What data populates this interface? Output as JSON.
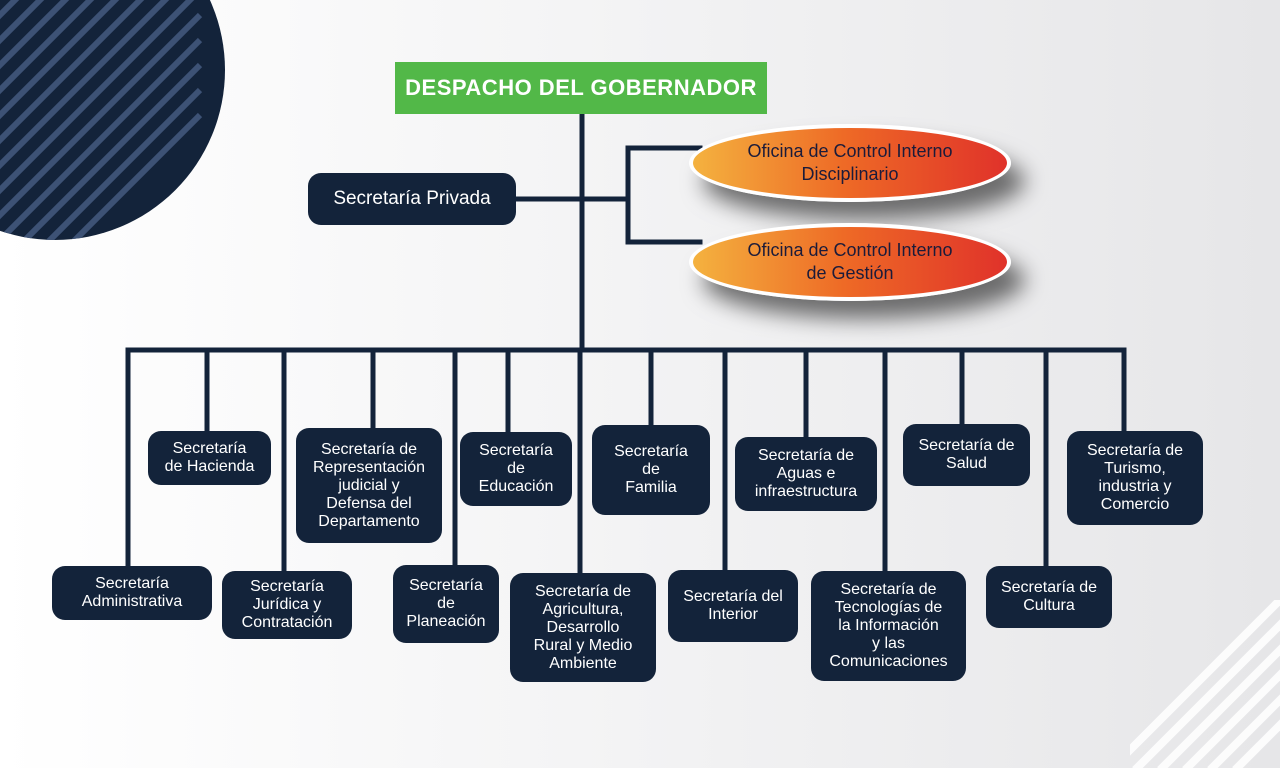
{
  "colors": {
    "node_bg": "#13233a",
    "connector": "#13233a",
    "root_bg": "#52b848",
    "oval_gradient": [
      "#f4b23f",
      "#ee6a26",
      "#e0322a"
    ],
    "text_light": "#ffffff"
  },
  "chart": {
    "root": {
      "label": "DESPACHO DEL GOBERNADOR"
    },
    "assistant": {
      "label": "Secretaría Privada"
    },
    "control_offices": [
      {
        "label": "Oficina de Control  Interno\nDisciplinario"
      },
      {
        "label": "Oficina de Control  Interno\nde Gestión"
      }
    ],
    "secretariats": [
      {
        "label": "Secretaría\nAdministrativa"
      },
      {
        "label": "Secretaría\nde Hacienda"
      },
      {
        "label": "Secretaría\nJurídica y\nContratación"
      },
      {
        "label": "Secretaría de\nRepresentación\njudicial y\nDefensa del\nDepartamento"
      },
      {
        "label": "Secretaría\nde\nPlaneación"
      },
      {
        "label": "Secretaría\nde\nEducación"
      },
      {
        "label": "Secretaría de\nAgricultura,\nDesarrollo\nRural y Medio\nAmbiente"
      },
      {
        "label": "Secretaría\nde\nFamilia"
      },
      {
        "label": "Secretaría del\nInterior"
      },
      {
        "label": "Secretaría de\nAguas e\ninfraestructura"
      },
      {
        "label": "Secretaría de\nTecnologías de\nla Información\ny las\nComunicaciones"
      },
      {
        "label": "Secretaría de\nSalud"
      },
      {
        "label": "Secretaría de\nCultura"
      },
      {
        "label": "Secretaría de\nTurismo,\nindustria y\nComercio"
      }
    ]
  }
}
